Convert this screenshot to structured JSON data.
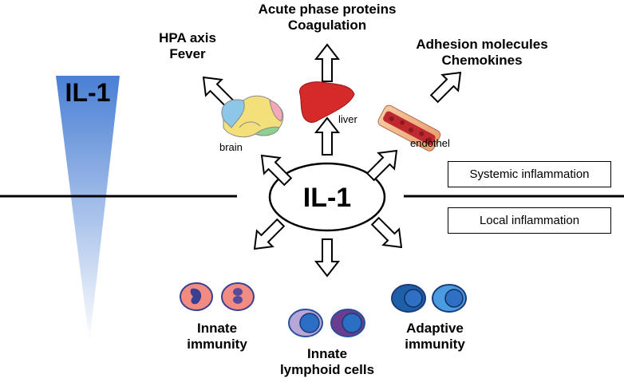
{
  "center_label": "IL-1",
  "gradient_label": "IL-1",
  "top_outputs": {
    "brain_output": [
      "HPA axis",
      "Fever"
    ],
    "liver_output": [
      "Acute phase proteins",
      "Coagulation"
    ],
    "endothel_output": [
      "Adhesion molecules",
      "Chemokines"
    ]
  },
  "organs": {
    "brain": "brain",
    "liver": "liver",
    "endothel": "endothel"
  },
  "zones": {
    "systemic": "Systemic inflammation",
    "local": "Local inflammation"
  },
  "cells": {
    "innate": [
      "Innate",
      "immunity"
    ],
    "lymphoid": [
      "Innate",
      "lymphoid cells"
    ],
    "adaptive": [
      "Adaptive",
      "immunity"
    ]
  },
  "colors": {
    "gradient_top": "#4a7fd4",
    "arrow_fill": "#ffffff",
    "liver": "#d42a2a",
    "innate_cell": "#f28b82",
    "innate_nucleus": "#3b3f8f",
    "lymphoid_cell": "#b8a6d8",
    "lymphoid_nucleus": "#2a4e9a",
    "adaptive_cell": "#2f6fc4"
  }
}
